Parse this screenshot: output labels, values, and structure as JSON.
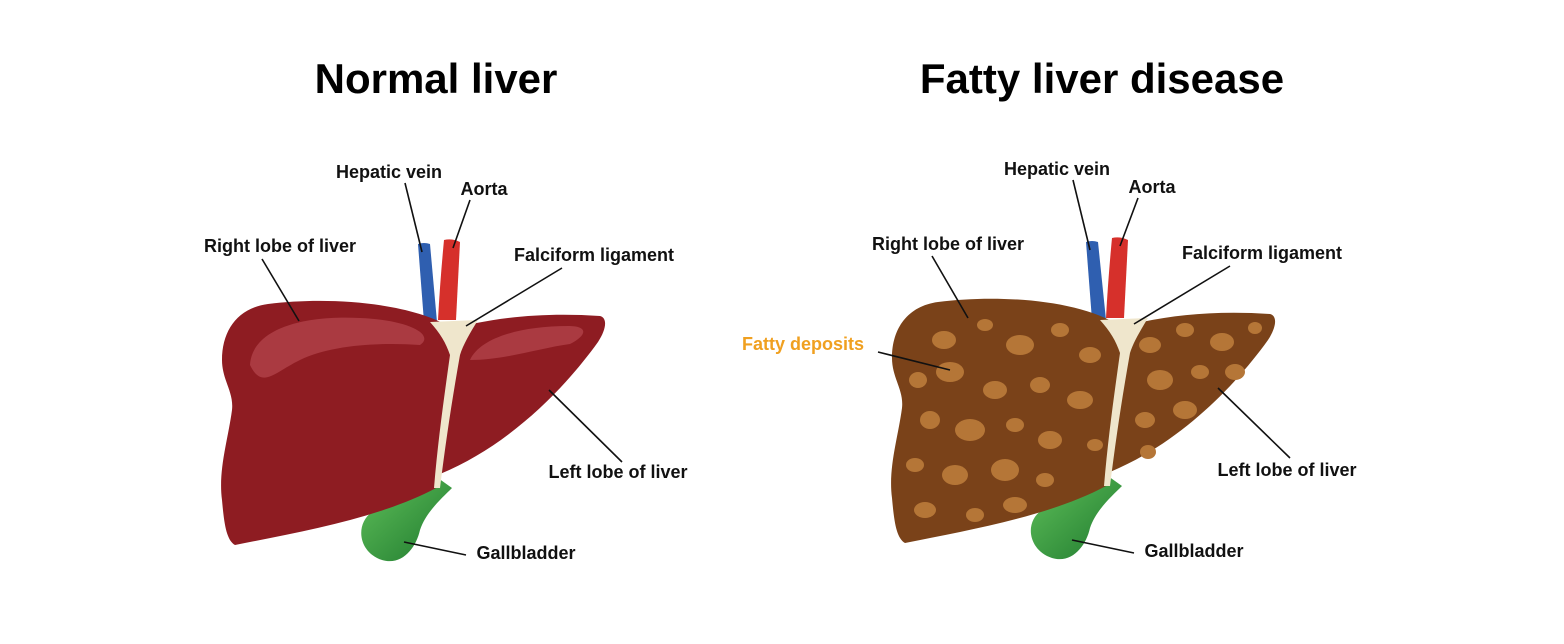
{
  "normal": {
    "title": "Normal liver",
    "labels": {
      "hepatic_vein": "Hepatic vein",
      "aorta": "Aorta",
      "right_lobe": "Right lobe of liver",
      "falciform": "Falciform ligament",
      "left_lobe": "Left lobe of liver",
      "gallbladder": "Gallbladder"
    }
  },
  "fatty": {
    "title": "Fatty liver disease",
    "labels": {
      "hepatic_vein": "Hepatic vein",
      "aorta": "Aorta",
      "right_lobe": "Right lobe of liver",
      "falciform": "Falciform ligament",
      "fatty_deposits": "Fatty deposits",
      "left_lobe": "Left lobe of liver",
      "gallbladder": "Gallbladder"
    }
  },
  "colors": {
    "normal_liver": "#8e1c22",
    "normal_highlight": "#b3444c",
    "fatty_liver": "#7a4219",
    "fat_deposit": "#b57637",
    "ligament": "#efe6cc",
    "vein": "#2f5fb0",
    "aorta": "#d6302b",
    "gallbladder": "#2f8f3a",
    "fatty_label": "#f0a020"
  }
}
